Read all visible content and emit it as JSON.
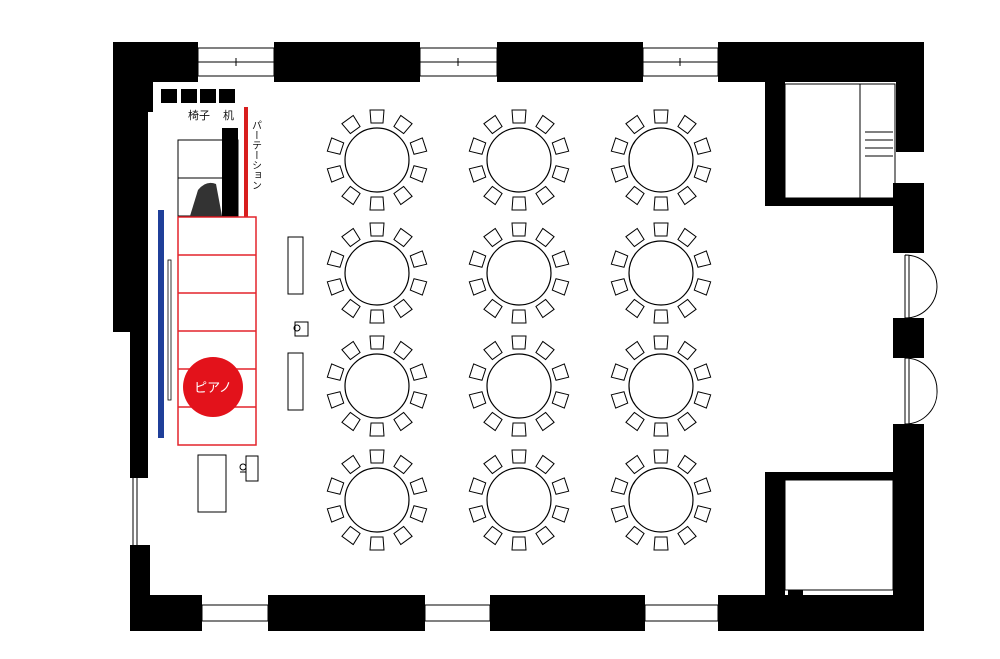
{
  "labels": {
    "chairs": "椅子",
    "desk": "机",
    "partition": "パーテーション",
    "piano": "ピアノ"
  },
  "colors": {
    "wall": "#000000",
    "stage": "#e3242b",
    "piano": "#e3121b",
    "curtain": "#1f3f99",
    "partition": "#d81e1e",
    "furniture": "#222222"
  },
  "icons": {
    "stage_monitor": "speaker-icon",
    "lectern": "podium-icon",
    "piano": "piano-marker"
  },
  "layout": {
    "round_tables": 12,
    "chairs_per_table": 10,
    "stage_sections": 6,
    "stacked_chairs": 4
  }
}
